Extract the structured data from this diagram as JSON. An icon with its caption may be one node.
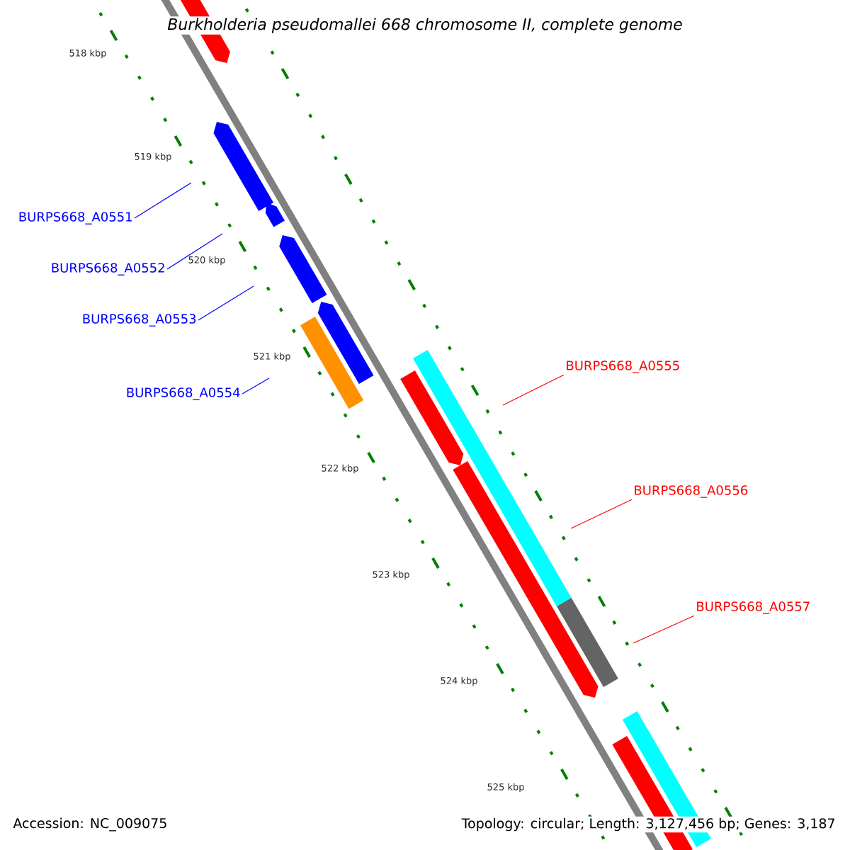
{
  "diagram": {
    "title": "Burkholderia pseudomallei 668 chromosome II, complete genome",
    "nodes": [
      {
        "text": [
          "BURPS668_A0551"
        ]
      },
      {
        "text": [
          "BURPS668_A0552"
        ]
      },
      {
        "text": [
          "BURPS668_A0553"
        ]
      },
      {
        "text": [
          "BURPS668_A0554"
        ]
      },
      {
        "text": [
          "BURPS668_A0555"
        ]
      },
      {
        "text": [
          "BURPS668_A0556"
        ]
      },
      {
        "text": [
          "BURPS668_A0557"
        ]
      }
    ],
    "edges": [
      {
        "from": 0,
        "to": null,
        "arrow": "none",
        "color": "#0000ff"
      },
      {
        "from": 1,
        "to": null,
        "arrow": "none",
        "color": "#0000ff"
      },
      {
        "from": 2,
        "to": null,
        "arrow": "none",
        "color": "#0000ff"
      },
      {
        "from": 3,
        "to": null,
        "arrow": "none",
        "color": "#0000ff"
      },
      {
        "from": 4,
        "to": null,
        "arrow": "none",
        "color": "#ff0000"
      },
      {
        "from": 5,
        "to": null,
        "arrow": "none",
        "color": "#ff0000"
      },
      {
        "from": 6,
        "to": null,
        "arrow": "none",
        "color": "#ff0000"
      }
    ],
    "labels": [
      "518 kbp",
      "519 kbp",
      "520 kbp",
      "521 kbp",
      "522 kbp",
      "523 kbp",
      "524 kbp",
      "525 kbp",
      "Accession: NC_009075",
      "Topology: circular; Length: 3,127,456 bp; Genes: 3,187"
    ]
  }
}
